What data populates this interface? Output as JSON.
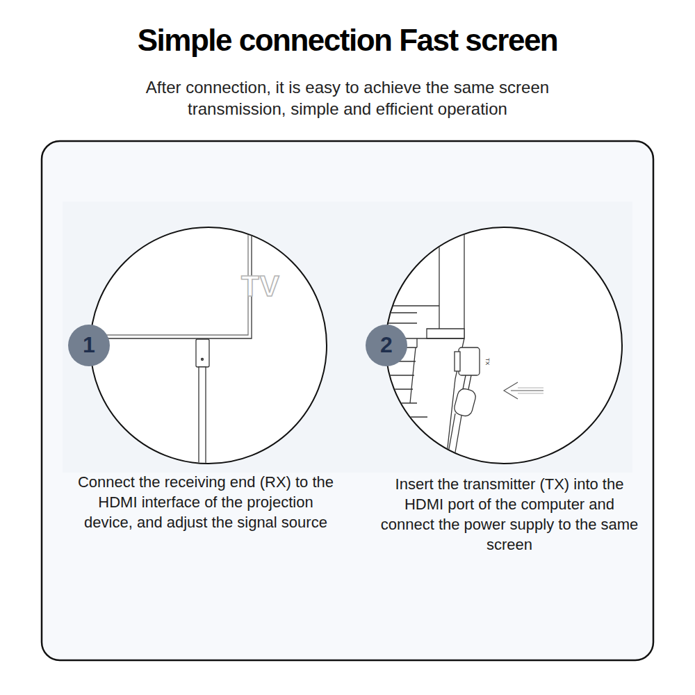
{
  "diagram": {
    "title": "Simple connection Fast screen",
    "caption": "After connection, it is easy to achieve the same screen transmission, simple and efficient operation",
    "nodes": [
      {
        "text": [
          "TV"
        ]
      },
      {
        "text": [
          "1"
        ]
      },
      {
        "text": [
          "TX"
        ]
      },
      {
        "text": [
          "2"
        ]
      }
    ],
    "labels": [
      "Connect the receiving end (RX) to the HDMI interface of the projection device, and adjust the signal source",
      "Insert the transmitter (TX) into the HDMI port of the computer and connect the power supply to the same screen"
    ]
  }
}
